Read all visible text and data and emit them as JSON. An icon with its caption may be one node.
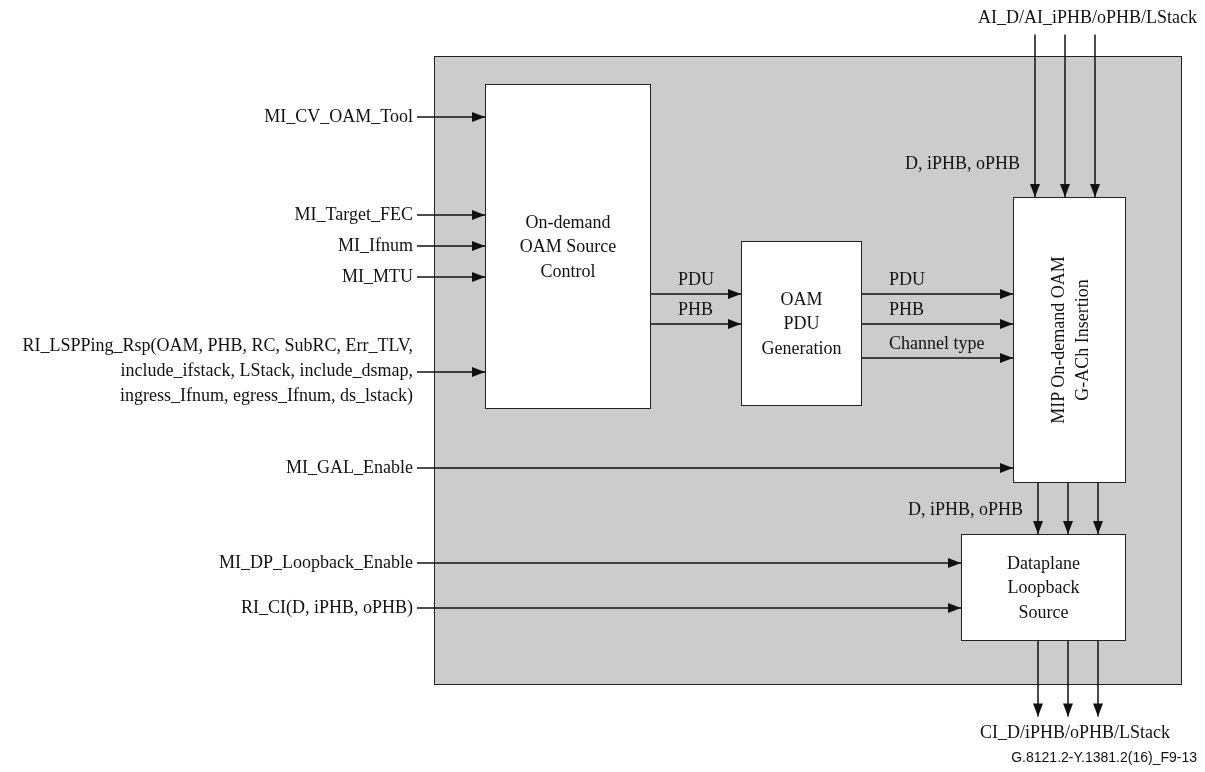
{
  "diagram": {
    "nodes": [
      {
        "text": [],
        "shape": "box"
      },
      {
        "text": [
          "On-demand OAM Source Control"
        ],
        "in": 0
      },
      {
        "text": [
          "OAM PDU Generation"
        ],
        "in": 0
      },
      {
        "text": [
          "MIP On-demand OAM G-ACh Insertion"
        ],
        "in": 0
      },
      {
        "text": [
          "Dataplane Loopback Source"
        ],
        "in": 0
      },
      {
        "text": [
          "MI_CV_OAM_Tool"
        ]
      },
      {
        "text": [
          "MI_Target_FEC"
        ]
      },
      {
        "text": [
          "MI_Ifnum"
        ]
      },
      {
        "text": [
          "MI_MTU"
        ]
      },
      {
        "text": [
          "RI_LSPPing_Rsp(OAM, PHB, RC, SubRC, Err_TLV, include_ifstack, LStack, include_dsmap, ingress_Ifnum, egress_Ifnum, ds_lstack)"
        ]
      },
      {
        "text": [
          "MI_GAL_Enable"
        ]
      },
      {
        "text": [
          "MI_DP_Loopback_Enable"
        ]
      },
      {
        "text": [
          "RI_CI(D, iPHB, oPHB)"
        ]
      },
      {
        "text": [
          "AI_D/AI_iPHB/oPHB/LStack"
        ]
      },
      {
        "text": [
          "CI_D/iPHB/oPHB/LStack"
        ]
      }
    ],
    "edges": [
      {
        "from": 5,
        "to": 1,
        "arrow": "to"
      },
      {
        "from": 6,
        "to": 1,
        "arrow": "to"
      },
      {
        "from": 7,
        "to": 1,
        "arrow": "to"
      },
      {
        "from": 8,
        "to": 1,
        "arrow": "to"
      },
      {
        "from": 9,
        "to": 1,
        "arrow": "to"
      },
      {
        "from": 1,
        "to": 2,
        "arrow": "to",
        "label": "PDU"
      },
      {
        "from": 1,
        "to": 2,
        "arrow": "to",
        "label": "PHB"
      },
      {
        "from": 2,
        "to": 3,
        "arrow": "to",
        "label": "PDU"
      },
      {
        "from": 2,
        "to": 3,
        "arrow": "to",
        "label": "PHB"
      },
      {
        "from": 2,
        "to": 3,
        "arrow": "to",
        "label": "Channel type"
      },
      {
        "from": 10,
        "to": 3,
        "arrow": "to"
      },
      {
        "from": 11,
        "to": 4,
        "arrow": "to"
      },
      {
        "from": 12,
        "to": 4,
        "arrow": "to"
      },
      {
        "from": 13,
        "to": 3,
        "arrow": "to",
        "label": "D, iPHB, oPHB"
      },
      {
        "from": 13,
        "to": 3,
        "arrow": "to"
      },
      {
        "from": 13,
        "to": 3,
        "arrow": "to"
      },
      {
        "from": 3,
        "to": 4,
        "arrow": "to",
        "label": "D, iPHB, oPHB"
      },
      {
        "from": 3,
        "to": 4,
        "arrow": "to"
      },
      {
        "from": 3,
        "to": 4,
        "arrow": "to"
      },
      {
        "from": 4,
        "to": 14,
        "arrow": "to"
      },
      {
        "from": 4,
        "to": 14,
        "arrow": "to"
      },
      {
        "from": 4,
        "to": 14,
        "arrow": "to"
      }
    ],
    "labels": [
      "G.8121.2-Y.1381.2(16)_F9-13"
    ]
  }
}
